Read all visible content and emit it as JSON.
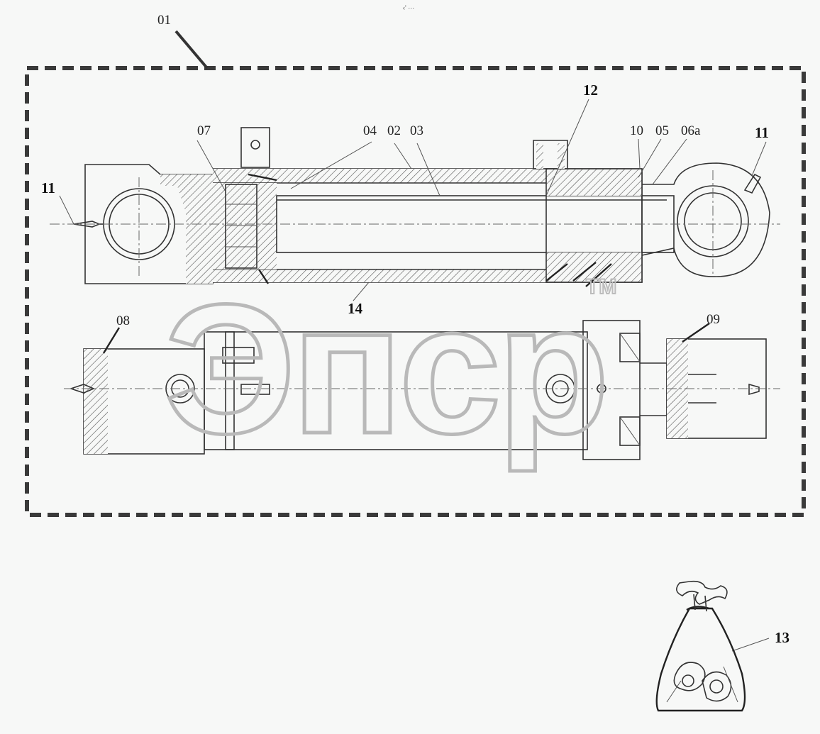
{
  "top_mark": "‹' ···",
  "assembly_label": "01",
  "callouts": {
    "c02": "02",
    "c03": "03",
    "c04": "04",
    "c05": "05",
    "c06a": "06a",
    "c07": "07",
    "c08": "08",
    "c09": "09",
    "c10": "10",
    "c11_left": "11",
    "c11_right": "11",
    "c12": "12",
    "c13": "13",
    "c14": "14"
  },
  "watermark": {
    "text": "Эпср",
    "tm": "TM"
  },
  "colors": {
    "line": "#333333",
    "dashed_frame": "#3a3a3a",
    "watermark": "#b9b9b9",
    "background": "#f7f8f7"
  }
}
